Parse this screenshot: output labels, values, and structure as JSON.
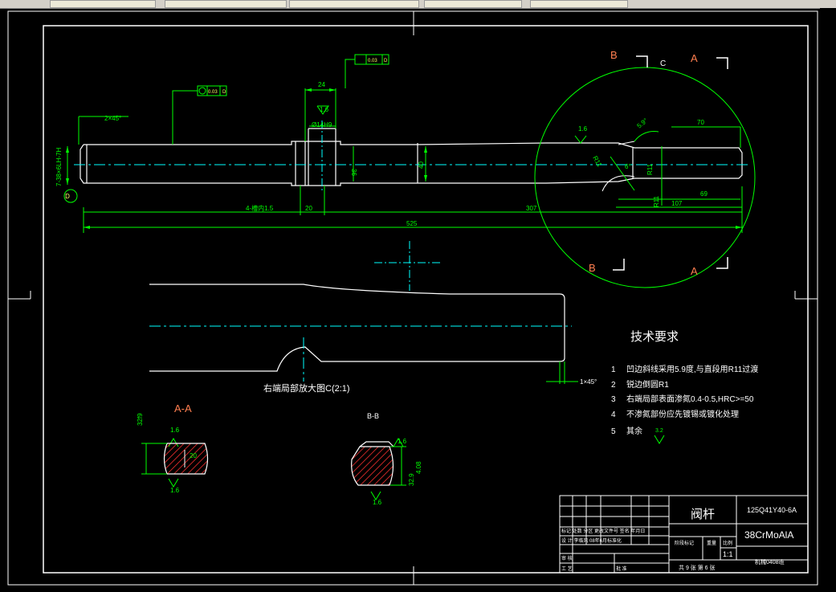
{
  "colors": {
    "outline": "#ffffff",
    "dimension": "#00ff00",
    "center": "#00ffff",
    "section": "#ff7f50",
    "hatch": "#ff3030",
    "tol": "#ffff66"
  },
  "top_dims": {
    "chamfer": "2×45°",
    "thread": "7-38×6LH-7H",
    "width24": "24",
    "bore": "Ø14H9",
    "dia36": "36",
    "dia40": "40",
    "len4": "4-槽内1.5",
    "len20": "20",
    "len307": "307",
    "len525": "525"
  },
  "datum_D": "D",
  "tol_circle": "0.03",
  "tol_flat": "0.03",
  "rough": {
    "r1": "1.6",
    "r2": "1.6",
    "r3": "1.6",
    "r4": "1.6",
    "r5": "1.6",
    "r6": "1.6",
    "r7": "3.2"
  },
  "detail": {
    "dim70": "70",
    "dim69": "69",
    "dim107": "107",
    "r11a": "R11",
    "r11b": "R11",
    "r11c": "R11",
    "deg": "5.9°",
    "deg2": "6°"
  },
  "section_letters": {
    "b_top": "B",
    "c_top": "C",
    "a_top": "A",
    "b_bot": "B",
    "a_bot": "A"
  },
  "enlarged_caption": "右端局部放大图C(2:1)",
  "chamfer2": "1×45°",
  "tech_title": "技术要求",
  "notes": [
    {
      "n": "1",
      "text": "凹边斜线采用5.9度,与直段用R11过渡"
    },
    {
      "n": "2",
      "text": "锐边倒圆R1"
    },
    {
      "n": "3",
      "text": "右端局部表面渗氮0.4-0.5,HRC>=50"
    },
    {
      "n": "4",
      "text": "不渗氮部份应先镀锡或镀化处理"
    },
    {
      "n": "5",
      "text": "其余"
    }
  ],
  "section_aa": {
    "label": "A-A",
    "dim_v": "32f9",
    "dim_h": "20"
  },
  "section_bb": {
    "label": "B-B",
    "dim1": "32.9",
    "dim2": "4.08"
  },
  "title_block": {
    "part_name": "阀杆",
    "drawing_no": "125Q41Y40-6A",
    "material": "38CrMoAlA",
    "scale": "1:1",
    "sheet": "共 9 张 第 6 张",
    "org": "机械0408班",
    "row_labels": "标记 处数 分区 更改文件号 签名 年月日",
    "design_row": "设 计 李临风 08年6月标准化",
    "check": "审 核",
    "craft": "工 艺",
    "approve": "批 准",
    "stage": "阶段标记",
    "weight": "重量",
    "scale_lbl": "比例"
  }
}
